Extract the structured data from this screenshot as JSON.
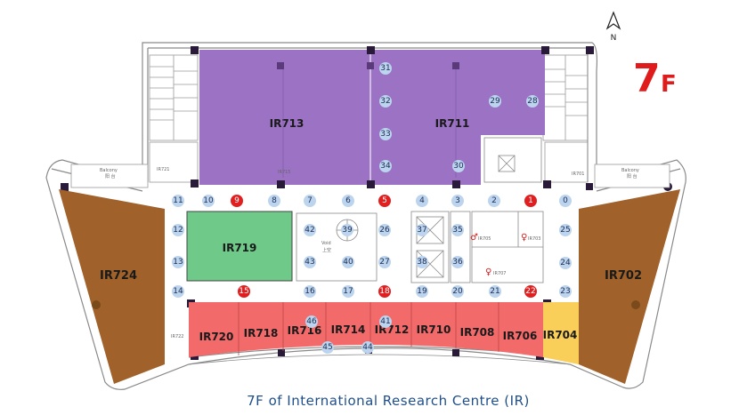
{
  "floor_label": {
    "number": "7",
    "suffix": "F"
  },
  "compass": {
    "letter": "N"
  },
  "caption": "7F of International Research Centre (IR)",
  "colors": {
    "purple": "#9b72c4",
    "red": "#f36a6a",
    "brown": "#a0622a",
    "green": "#6fca8a",
    "yellow": "#f9cf5a",
    "marker_light": "#bcd4ee",
    "marker_red": "#e02020",
    "floor_red": "#e01b1b",
    "caption_blue": "#1f4f8a"
  },
  "rooms": {
    "ir713": "IR713",
    "ir711": "IR711",
    "ir719": "IR719",
    "ir724": "IR724",
    "ir702": "IR702",
    "ir720": "IR720",
    "ir718": "IR718",
    "ir716": "IR716",
    "ir714": "IR714",
    "ir712": "IR712",
    "ir710": "IR710",
    "ir708": "IR708",
    "ir706": "IR706",
    "ir704": "IR704",
    "ir721": "IR721",
    "ir701": "IR701",
    "ir722": "IR722",
    "ir705": "IR705",
    "ir703": "IR703",
    "ir707": "IR707",
    "balcony_left": "Balcony",
    "balcony_left_cn": "阳 台",
    "balcony_right": "Balcony",
    "balcony_right_cn": "阳 台",
    "void": "Void",
    "void_cn": "上空"
  },
  "markers": {
    "m0": "0",
    "m1": "1",
    "m2": "2",
    "m3": "3",
    "m4": "4",
    "m5": "5",
    "m6": "6",
    "m7": "7",
    "m8": "8",
    "m9": "9",
    "m10": "10",
    "m11": "11",
    "m12": "12",
    "m13": "13",
    "m14": "14",
    "m15": "15",
    "m16": "16",
    "m17": "17",
    "m18": "18",
    "m19": "19",
    "m20": "20",
    "m21": "21",
    "m22": "22",
    "m23": "23",
    "m24": "24",
    "m25": "25",
    "m26": "26",
    "m27": "27",
    "m28": "28",
    "m29": "29",
    "m30": "30",
    "m31": "31",
    "m32": "32",
    "m33": "33",
    "m34": "34",
    "m35": "35",
    "m36": "36",
    "m37": "37",
    "m38": "38",
    "m39": "39",
    "m40": "40",
    "m41": "41",
    "m42": "42",
    "m43": "43",
    "m44": "44",
    "m45": "45",
    "m46": "46"
  }
}
